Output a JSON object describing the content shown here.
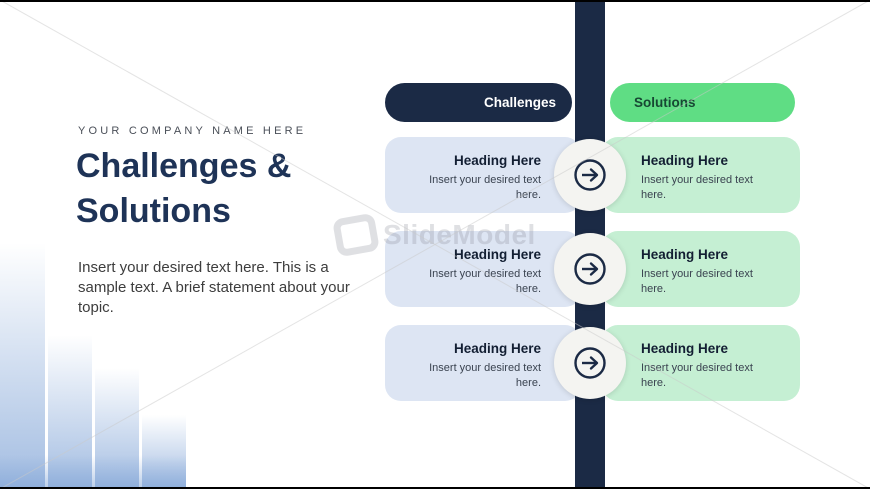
{
  "slide": {
    "company_name": "YOUR COMPANY NAME HERE",
    "title": "Challenges & Solutions",
    "description": "Insert your desired text here. This is a sample text. A brief statement about your topic."
  },
  "table_header": {
    "challenges_label": "Challenges",
    "solutions_label": "Solutions"
  },
  "rows": [
    {
      "challenge": {
        "heading": "Heading Here",
        "text": "Insert your desired text here."
      },
      "solution": {
        "heading": "Heading Here",
        "text": "Insert your desired text here."
      }
    },
    {
      "challenge": {
        "heading": "Heading Here",
        "text": "Insert your desired text here."
      },
      "solution": {
        "heading": "Heading Here",
        "text": "Insert your desired text here."
      }
    },
    {
      "challenge": {
        "heading": "Heading Here",
        "text": "Insert your desired text here."
      },
      "solution": {
        "heading": "Heading Here",
        "text": "Insert your desired text here."
      }
    }
  ],
  "watermark": {
    "text": "SlideModel"
  },
  "icons": {
    "connector": "arrow-right-circle-icon"
  },
  "colors": {
    "navy": "#1b2a45",
    "green_pill": "#5fdd84",
    "green_pill_text": "#174733",
    "card_blue": "#dde5f3",
    "card_green": "#c5efd3",
    "title_navy": "#1e3357",
    "decoration_blue": "#7fa3d6"
  }
}
